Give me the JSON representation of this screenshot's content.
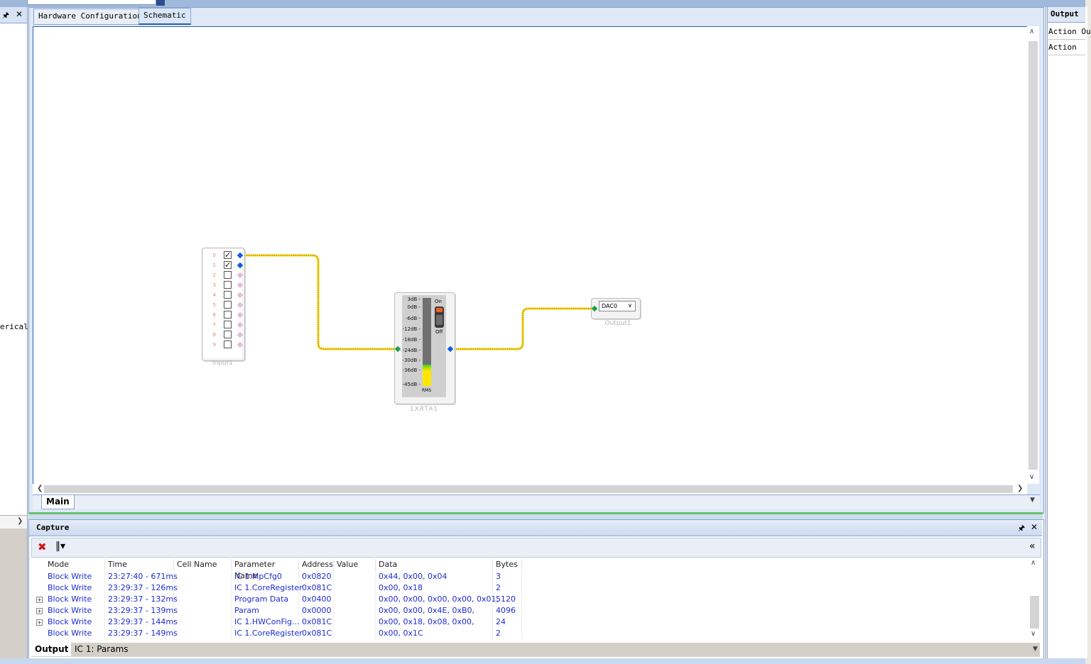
{
  "left_panel": {
    "pin_icon": "pin-icon",
    "close_label": "✕",
    "partial_text": "erical"
  },
  "document_tabs": [
    {
      "label": "Hardware Configuration",
      "active": false
    },
    {
      "label": "Schematic",
      "active": true
    }
  ],
  "right_panel": {
    "title": "Output",
    "rows": [
      "Action Ou",
      "Action"
    ]
  },
  "schematic": {
    "input_block": {
      "label": "Input1",
      "channels": [
        {
          "num": "0",
          "checked": true
        },
        {
          "num": "1",
          "checked": true
        },
        {
          "num": "2",
          "checked": false
        },
        {
          "num": "3",
          "checked": false
        },
        {
          "num": "4",
          "checked": false
        },
        {
          "num": "5",
          "checked": false
        },
        {
          "num": "6",
          "checked": false
        },
        {
          "num": "7",
          "checked": false
        },
        {
          "num": "8",
          "checked": false
        },
        {
          "num": "9",
          "checked": false
        }
      ]
    },
    "rta_block": {
      "label": "1XRTA1",
      "ticks": [
        "3dB",
        "0dB",
        "-6dB",
        "-12dB",
        "-18dB",
        "-24dB",
        "-30dB",
        "-36dB",
        "-45dB"
      ],
      "on_label": "On",
      "off_label": "Off",
      "rms_label": "RMS",
      "level_fraction": 0.24
    },
    "output_block": {
      "label": "Output1",
      "selected": "DAC0"
    },
    "wire_color": "#ffd200"
  },
  "page_tabs": [
    {
      "label": "Main",
      "active": true
    }
  ],
  "capture": {
    "title": "Capture",
    "columns": [
      "Mode",
      "Time",
      "Cell Name",
      "Parameter Name",
      "Address",
      "Value",
      "Data",
      "Bytes"
    ],
    "rows": [
      {
        "expandable": false,
        "mode": "Block Write",
        "time": "23:27:40 - 671ms",
        "cell": "",
        "param": "IC 1.MpCfg0",
        "address": "0x0820",
        "value": "",
        "data": "0x44, 0x00, 0x04",
        "bytes": "3"
      },
      {
        "expandable": false,
        "mode": "Block Write",
        "time": "23:29:37 - 126ms",
        "cell": "",
        "param": "IC 1.CoreRegister",
        "address": "0x081C",
        "value": "",
        "data": "0x00, 0x18",
        "bytes": "2"
      },
      {
        "expandable": true,
        "mode": "Block Write",
        "time": "23:29:37 - 132ms",
        "cell": "",
        "param": "Program Data",
        "address": "0x0400",
        "value": "",
        "data": "0x00, 0x00, 0x00, 0x00, 0x01,",
        "bytes": "5120"
      },
      {
        "expandable": true,
        "mode": "Block Write",
        "time": "23:29:37 - 139ms",
        "cell": "",
        "param": "Param",
        "address": "0x0000",
        "value": "",
        "data": "0x00, 0x00, 0x4E, 0xB0,",
        "bytes": "4096"
      },
      {
        "expandable": true,
        "mode": "Block Write",
        "time": "23:29:37 - 144ms",
        "cell": "",
        "param": "IC 1.HWConFig...",
        "address": "0x081C",
        "value": "",
        "data": "0x00, 0x18, 0x08, 0x00,",
        "bytes": "24"
      },
      {
        "expandable": false,
        "mode": "Block Write",
        "time": "23:29:37 - 149ms",
        "cell": "",
        "param": "IC 1.CoreRegister",
        "address": "0x081C",
        "value": "",
        "data": "0x00, 0x1C",
        "bytes": "2"
      }
    ]
  },
  "bottom_tabs": [
    {
      "label": "Output",
      "active": true
    },
    {
      "label": "IC 1: Params",
      "active": false
    }
  ],
  "colors": {
    "accent": "#245db2",
    "grid_text": "#1d2ccf",
    "splitter": "#63c36b"
  }
}
